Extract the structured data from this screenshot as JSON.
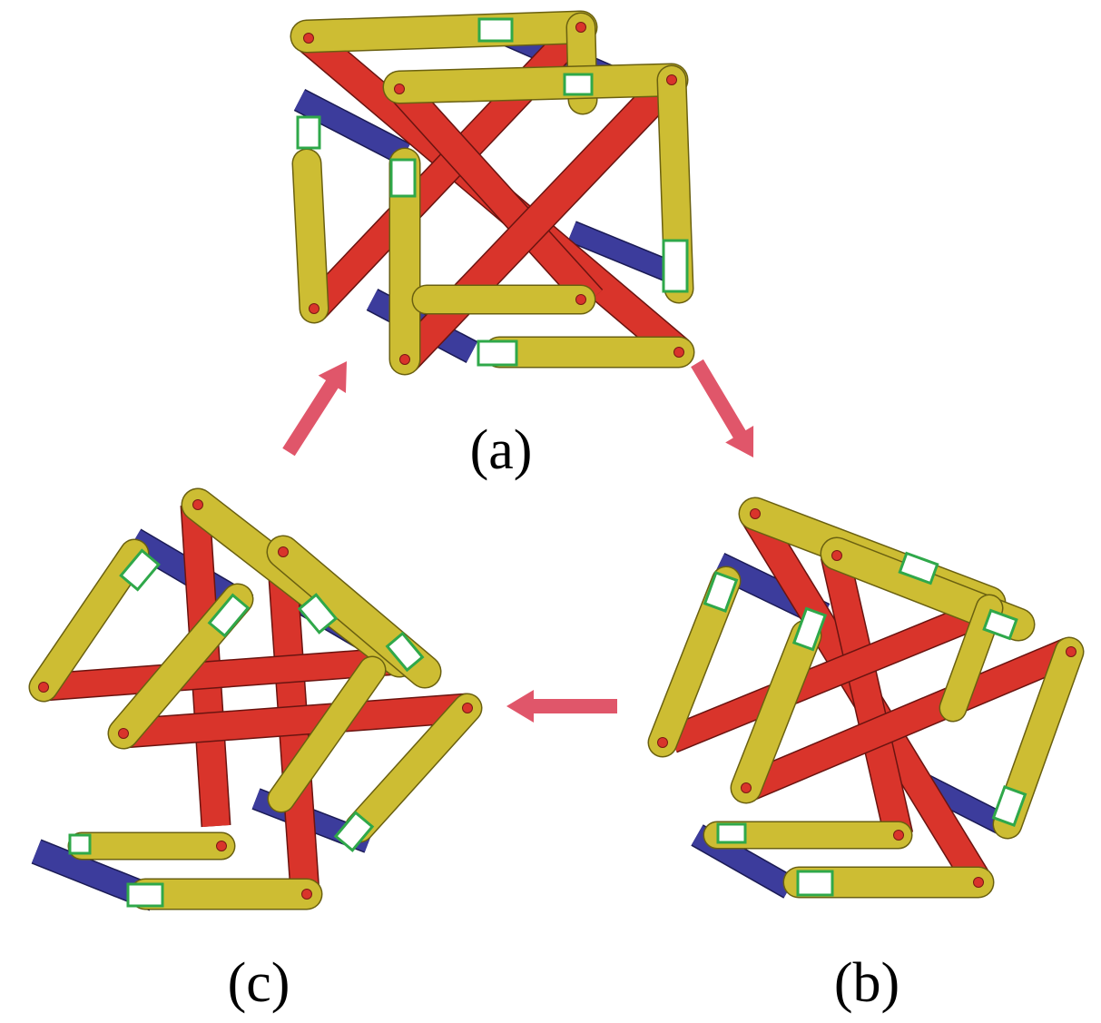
{
  "labels": {
    "a": "(a)",
    "b": "(b)",
    "c": "(c)"
  },
  "colors": {
    "yellow": "#cdbd33",
    "yellow_edge": "#6a6010",
    "red": "#d9342b",
    "red_edge": "#6a1410",
    "blue": "#3c3c9c",
    "blue_edge": "#1b1b55",
    "green_frame": "#2fa84a",
    "pin": "#d9342b",
    "arrow": "#e0566a"
  }
}
